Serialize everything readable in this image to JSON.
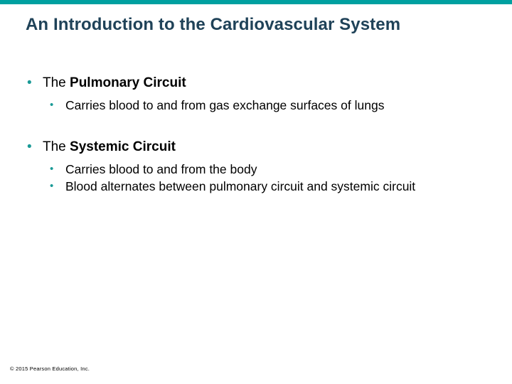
{
  "slide": {
    "title": "An Introduction to the Cardiovascular System",
    "accent_color": "#00a0a0",
    "title_color": "#1f4258",
    "bullet_color": "#1a9a96",
    "background_color": "#ffffff",
    "bullet_glyph": "•",
    "groups": [
      {
        "lead_plain": "The ",
        "lead_bold": "Pulmonary Circuit",
        "subitems": [
          "Carries blood to and from gas exchange surfaces of lungs"
        ]
      },
      {
        "lead_plain": "The ",
        "lead_bold": "Systemic Circuit",
        "subitems": [
          "Carries blood to and from the body",
          "Blood alternates between pulmonary circuit and systemic circuit"
        ]
      }
    ],
    "footer": "© 2015 Pearson Education, Inc."
  }
}
